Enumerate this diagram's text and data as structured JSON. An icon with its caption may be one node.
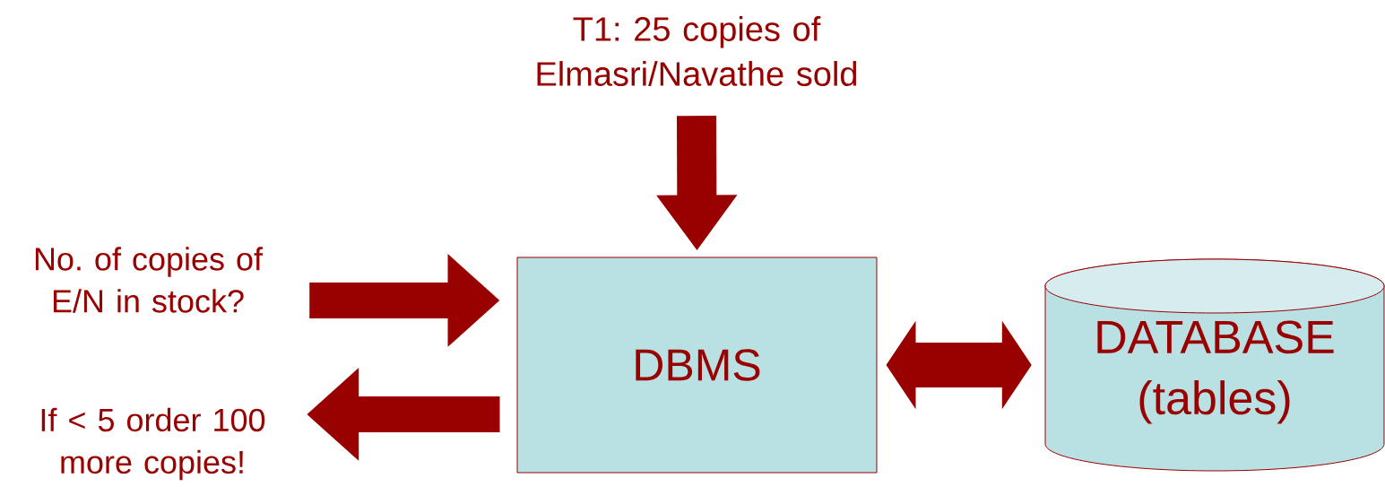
{
  "diagram": {
    "nodes": [
      {
        "text": [
          "T1: 25 copies of Elmasri/Navathe sold"
        ]
      },
      {
        "text": [
          "No. of copies of E/N in stock?"
        ]
      },
      {
        "text": [
          "If < 5 order 100 more copies!"
        ]
      },
      {
        "text": [
          "DBMS"
        ]
      },
      {
        "text": [
          "DATABASE (tables)"
        ]
      }
    ],
    "edges": [
      {
        "from": 0,
        "to": 3,
        "arrow": "to"
      },
      {
        "from": 1,
        "to": 3,
        "arrow": "to"
      },
      {
        "from": 3,
        "to": 2,
        "arrow": "to"
      },
      {
        "from": 3,
        "to": 4,
        "arrow": "both"
      }
    ]
  }
}
